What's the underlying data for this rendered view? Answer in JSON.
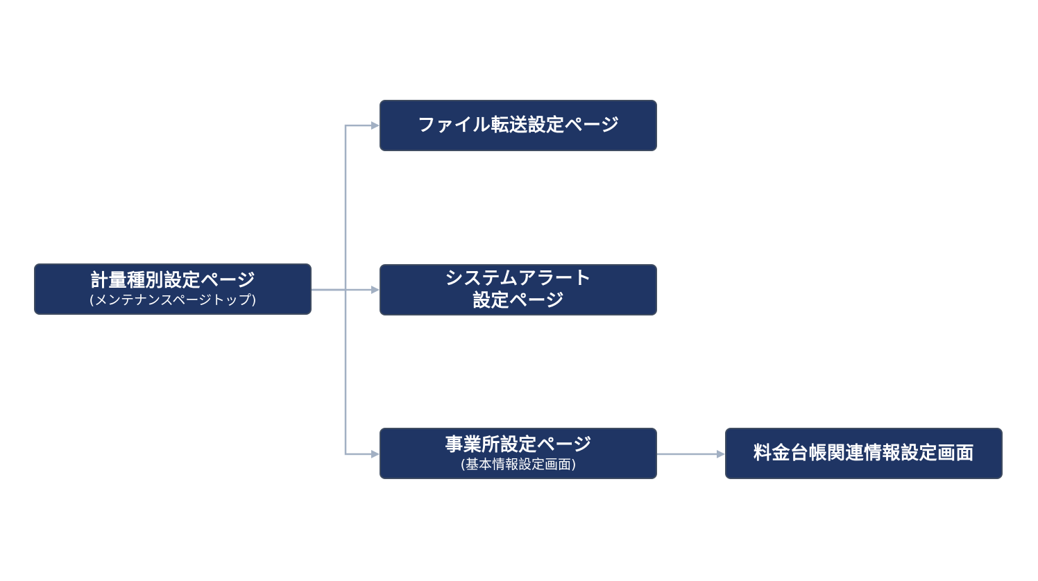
{
  "diagram": {
    "type": "tree",
    "colors": {
      "node_fill": "#1f3564",
      "node_border": "#3f4c61",
      "node_text": "#ffffff",
      "connector": "#a2b0c3",
      "background": "#ffffff"
    },
    "nodes": {
      "root": {
        "title": "計量種別設定ページ",
        "subtitle": "(メンテナンスページトップ)"
      },
      "file_transfer": {
        "title": "ファイル転送設定ページ"
      },
      "system_alert": {
        "title": "システムアラート\n設定ページ"
      },
      "office": {
        "title": "事業所設定ページ",
        "subtitle": "(基本情報設定画面)"
      },
      "tariff": {
        "title": "料金台帳関連情報設定画面"
      }
    },
    "edges": [
      {
        "from": "root",
        "to": "file_transfer"
      },
      {
        "from": "root",
        "to": "system_alert"
      },
      {
        "from": "root",
        "to": "office"
      },
      {
        "from": "office",
        "to": "tariff"
      }
    ]
  }
}
